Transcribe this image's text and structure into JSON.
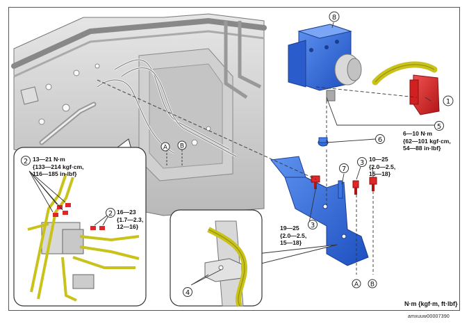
{
  "callouts": {
    "c1": "1",
    "c2a": "2",
    "c2b": "2",
    "c3a": "3",
    "c3b": "3",
    "c4": "4",
    "c5": "5",
    "c6": "6",
    "c7": "7",
    "c8": "8",
    "ca1": "A",
    "cb1": "B",
    "ca2": "A",
    "cb2": "B"
  },
  "torque": {
    "t1": [
      "13—21 N·m",
      "{133—214 kgf·cm,",
      "116—185 in·lbf}"
    ],
    "t2": [
      "16—23",
      "{1.7—2.3,",
      "12—16}"
    ],
    "t3": [
      "6—10 N·m",
      "{62—101 kgf·cm,",
      "54—88 in·lbf}"
    ],
    "t4": [
      "10—25",
      "{2.0—2.5,",
      "15—18}"
    ],
    "t5": [
      "19—25",
      "{2.0—2.5,",
      "15—18}"
    ]
  },
  "units": "N·m {kgf·m, ft·lbf}",
  "code": "amxuuw00007390",
  "colors": {
    "hcu_blue": "#2f6fe0",
    "connector_red": "#e02626",
    "harness_yellow": "#c9c21a",
    "line_gray": "#444444"
  }
}
